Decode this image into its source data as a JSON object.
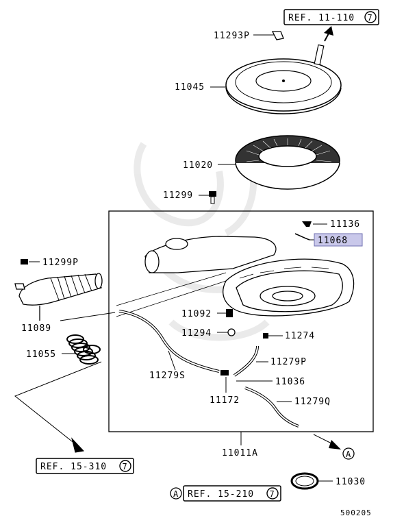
{
  "parts": [
    "11293P",
    "11045",
    "11020",
    "11299",
    "11136",
    "11068",
    "11299P",
    "11089",
    "11092",
    "11294",
    "11274",
    "11055",
    "11279P",
    "11279S",
    "11036",
    "11172",
    "11279Q",
    "11011A",
    "11030"
  ],
  "highlighted_part": "11068",
  "references": {
    "top": {
      "text": "REF. 11-110",
      "circle": "7"
    },
    "left": {
      "text": "REF. 15-310",
      "circle": "7"
    },
    "bottom": {
      "text": "REF. 15-210",
      "circle": "7"
    }
  },
  "connector_letter": "A",
  "figure_code": "500205",
  "colors": {
    "highlight_fill": "#c9c8ea",
    "highlight_stroke": "#6f6fb0",
    "line": "#000000",
    "watermark": "#d9d9d9"
  }
}
